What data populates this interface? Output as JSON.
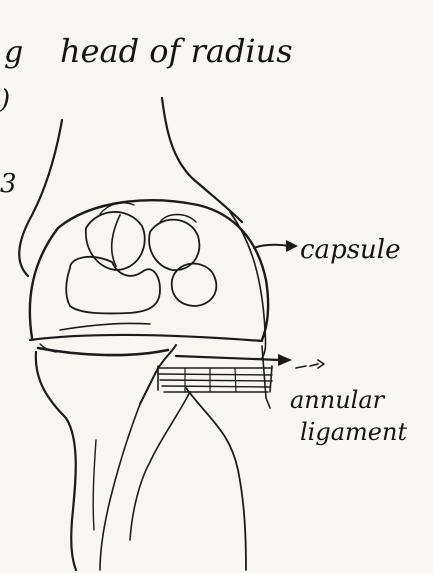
{
  "heading": {
    "line1": "g",
    "line2": "head of radius"
  },
  "margin_marks": {
    "upper": ")",
    "lower": "3"
  },
  "labels": {
    "capsule": "capsule",
    "annular_line1": "annular",
    "annular_line2": "ligament"
  },
  "colors": {
    "paper": "#f7f6f3",
    "ink": "#1b1b1b"
  }
}
